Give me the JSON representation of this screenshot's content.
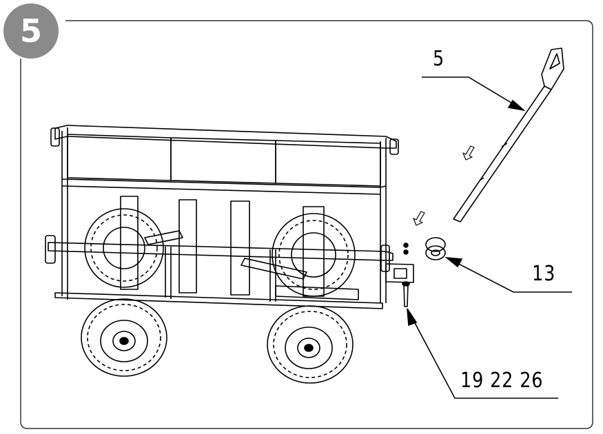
{
  "step": {
    "number": "5"
  },
  "callouts": {
    "handle": "5",
    "cap": "13",
    "bolt": "19 22 26"
  },
  "colors": {
    "badge": "#8a8a8a",
    "line": "#000000",
    "border": "#333333"
  }
}
